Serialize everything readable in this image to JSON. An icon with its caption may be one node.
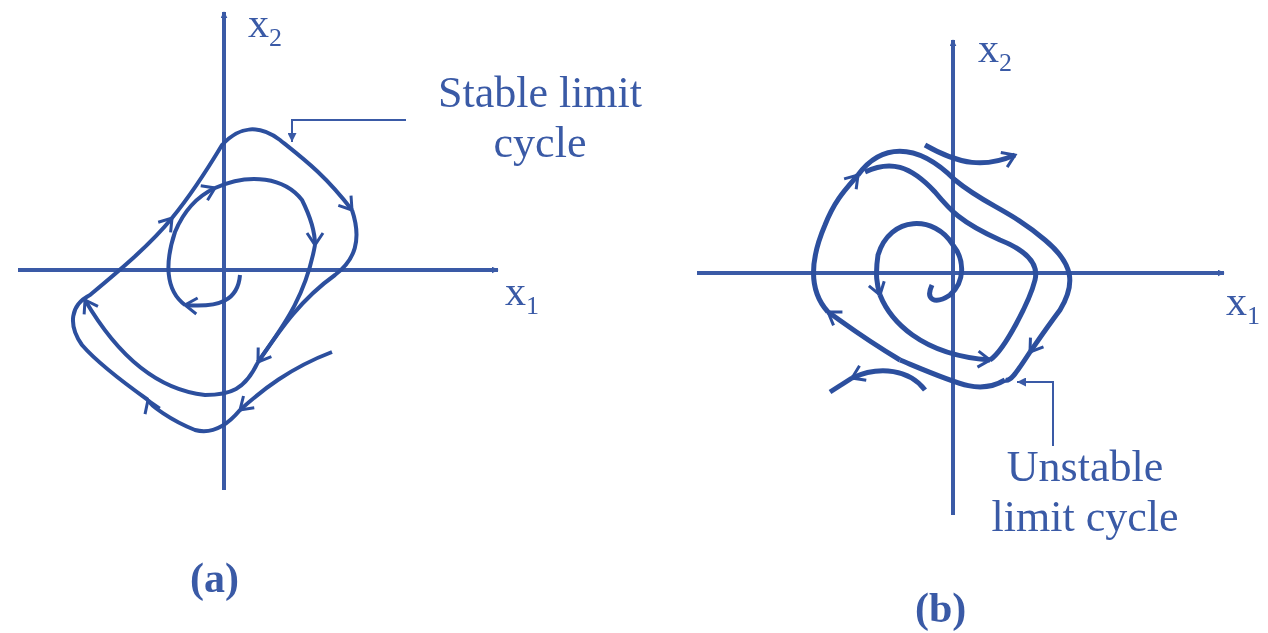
{
  "diagram": {
    "nodes": [
      {
        "text": [
          "Stable limit cycle"
        ]
      },
      {
        "text": [
          "Unstable limit cycle"
        ]
      }
    ],
    "edges": [
      {
        "from": 0,
        "to": null,
        "arrow": "to"
      },
      {
        "from": 1,
        "to": null,
        "arrow": "to"
      }
    ],
    "labels": [
      "x$_{2}$",
      "x$_{1}$",
      "(a)",
      "x$_{2}$",
      "x$_{1}$",
      "(b)"
    ]
  }
}
